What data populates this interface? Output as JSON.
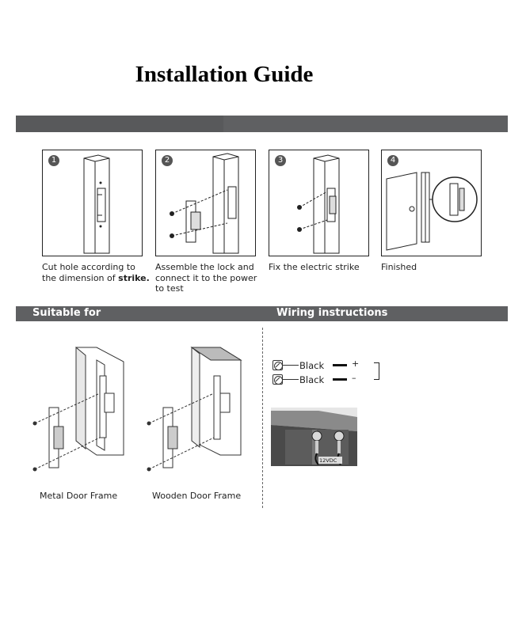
{
  "title": "Installation Guide",
  "steps": [
    {
      "num": "1",
      "caption": "Cut hole according to the dimension of ",
      "caption_bold": "strike."
    },
    {
      "num": "2",
      "caption": "Assemble the lock and connect it to the power to test"
    },
    {
      "num": "3",
      "caption": "Fix the electric strike"
    },
    {
      "num": "4",
      "caption": "Finished"
    }
  ],
  "section_suitable": "Suitable for",
  "section_wiring": "Wiring instructions",
  "frames": {
    "metal": "Metal Door Frame",
    "wooden": "Wooden Door Frame"
  },
  "wiring": [
    {
      "label": "Black",
      "sign": "+"
    },
    {
      "label": "Black",
      "sign": "–"
    }
  ],
  "photo_label": "12VDC",
  "colors": {
    "bar": "#5f6062",
    "bar_text": "#ffffff"
  }
}
